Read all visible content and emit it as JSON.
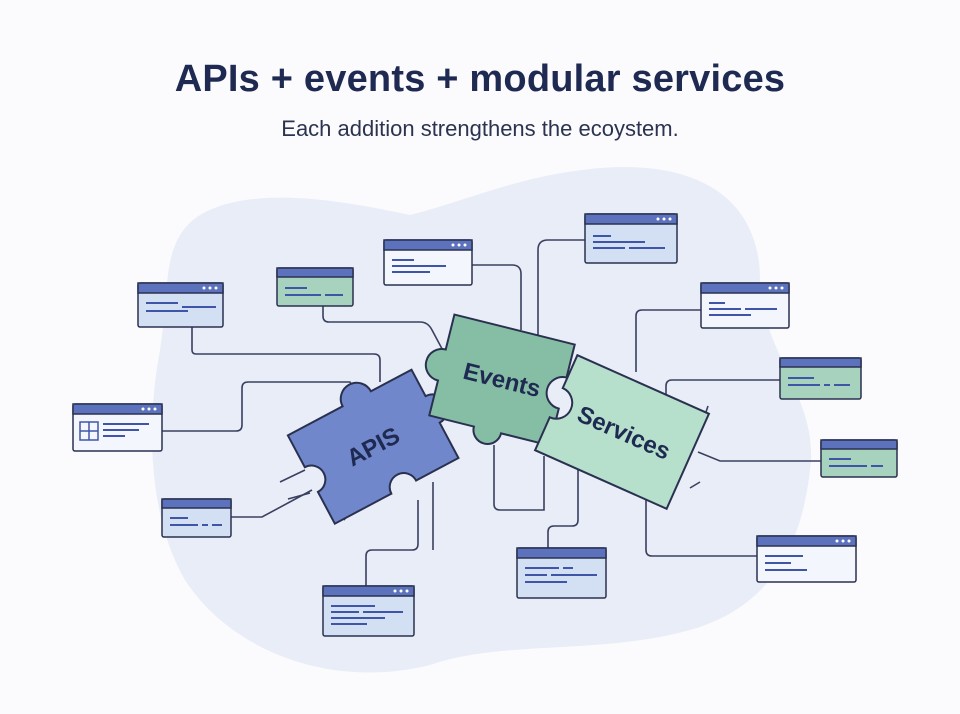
{
  "header": {
    "title": "APIs + events + modular services",
    "subtitle": "Each addition strengthens the ecoystem."
  },
  "pieces": [
    {
      "id": "apis",
      "label": "APIS"
    },
    {
      "id": "events",
      "label": "Events"
    },
    {
      "id": "services",
      "label": "Services"
    }
  ],
  "colors": {
    "background_blob": "#e9edf7",
    "window_header_blue": "#5d72bd",
    "window_header_green": "#5f9f86",
    "window_body_blue": "#d3dff2",
    "window_body_green": "#a7d2bd",
    "window_body_white": "#f3f6fc",
    "apis_piece": "#7088cb",
    "events_piece": "#86bea5",
    "services_piece": "#b6e0cb",
    "outline": "#2a3150",
    "connector": "#3a4060"
  },
  "windows": [
    {
      "id": "w1",
      "theme": "blue",
      "icon": "none"
    },
    {
      "id": "w2",
      "theme": "green",
      "icon": "none"
    },
    {
      "id": "w3",
      "theme": "white",
      "icon": "none"
    },
    {
      "id": "w4",
      "theme": "blue",
      "icon": "none"
    },
    {
      "id": "w5",
      "theme": "white",
      "icon": "grid-icon"
    },
    {
      "id": "w6",
      "theme": "blue",
      "icon": "none"
    },
    {
      "id": "w7",
      "theme": "blue",
      "icon": "none"
    },
    {
      "id": "w8",
      "theme": "white",
      "icon": "none"
    },
    {
      "id": "w9",
      "theme": "green",
      "icon": "none"
    },
    {
      "id": "w10",
      "theme": "green",
      "icon": "none"
    },
    {
      "id": "w11",
      "theme": "blue",
      "icon": "none"
    },
    {
      "id": "w12",
      "theme": "white",
      "icon": "none"
    }
  ]
}
